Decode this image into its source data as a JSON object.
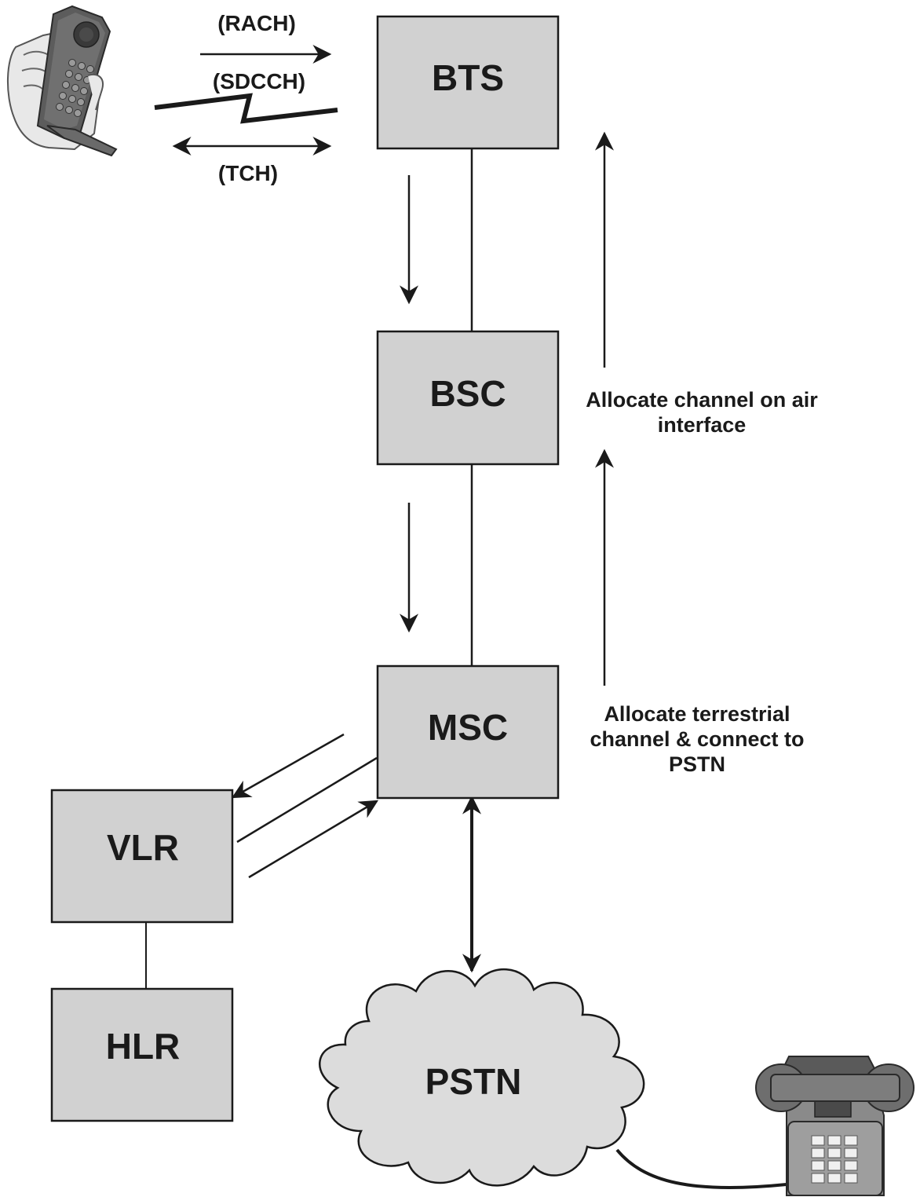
{
  "nodes": {
    "bts": "BTS",
    "bsc": "BSC",
    "msc": "MSC",
    "vlr": "VLR",
    "hlr": "HLR",
    "pstn": "PSTN"
  },
  "channels": {
    "rach": "(RACH)",
    "sdcch": "(SDCCH)",
    "tch": "(TCH)"
  },
  "annotations": {
    "air_line1": "Allocate channel on air",
    "air_line2": "interface",
    "terr_line1": "Allocate terrestrial",
    "terr_line2": "channel & connect to",
    "terr_line3": "PSTN"
  },
  "colors": {
    "box_fill": "#d1d1d1",
    "cloud_fill": "#dcdcdc",
    "ink": "#1a1a1a"
  },
  "icons": {
    "mobile": "mobile-phone-in-hand-icon",
    "landline": "desk-telephone-icon"
  }
}
